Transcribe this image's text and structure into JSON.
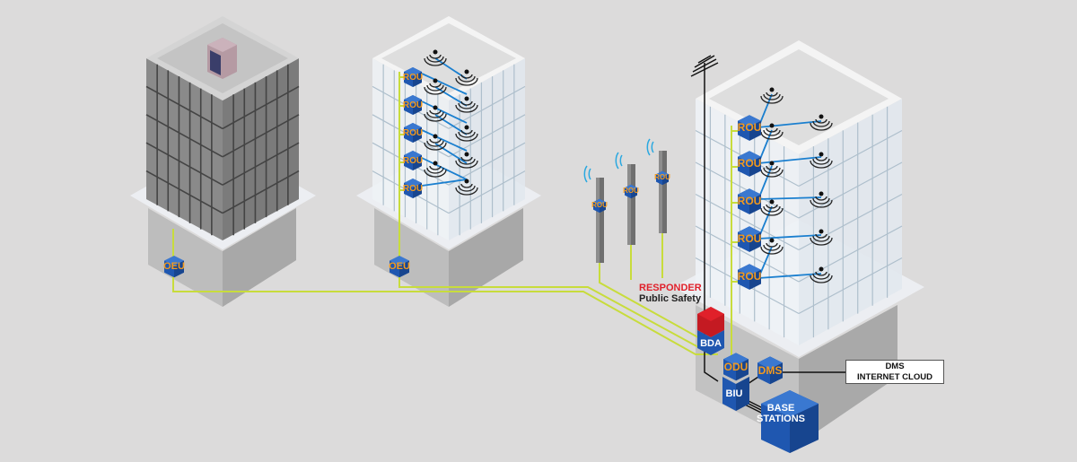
{
  "labels": {
    "rou": "ROU",
    "oeu": "OEU",
    "bda": "BDA",
    "odu": "ODU",
    "dms": "DMS",
    "biu": "BIU",
    "base_stations_line1": "BASE",
    "base_stations_line2": "STATIONS",
    "responder": "RESPONDER",
    "public_safety": "Public Safety",
    "cloud_line1": "DMS",
    "cloud_line2": "INTERNET CLOUD"
  },
  "colors": {
    "background": "#dcdbdb",
    "fiber": "#c8dc3c",
    "unit_blue": "#1f57b0",
    "unit_label": "#f39a1e",
    "responder_red": "#e0202a",
    "coax": "#1a7fcf"
  }
}
